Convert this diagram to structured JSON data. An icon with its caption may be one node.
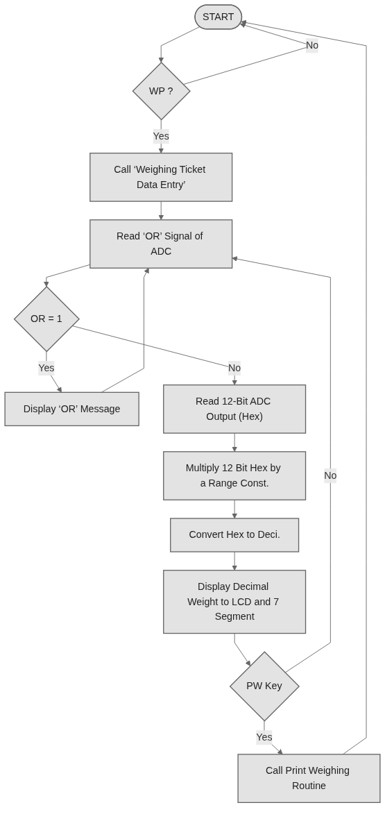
{
  "diagram": {
    "nodes": [
      {
        "text": [
          "START"
        ]
      },
      {
        "text": [
          "WP ?"
        ]
      },
      {
        "text": [
          "Call ‘Weighing Ticket Data Entry’"
        ]
      },
      {
        "text": [
          "Read ‘OR’ Signal of ADC"
        ]
      },
      {
        "text": [
          "OR = 1"
        ]
      },
      {
        "text": [
          "Display ‘OR’ Message"
        ]
      },
      {
        "text": [
          "Read 12-Bit ADC Output (Hex)"
        ]
      },
      {
        "text": [
          "Multiply 12 Bit Hex by a Range Const."
        ]
      },
      {
        "text": [
          "Convert Hex to Deci."
        ]
      },
      {
        "text": [
          "Display Decimal Weight to LCD and 7 Segment"
        ]
      },
      {
        "text": [
          "PW Key"
        ]
      },
      {
        "text": [
          "Call Print Weighing Routine"
        ]
      }
    ],
    "edges": [
      {
        "from": 0,
        "to": 1,
        "arrow": "to"
      },
      {
        "from": 1,
        "to": 0,
        "arrow": "to",
        "label": "No"
      },
      {
        "from": 1,
        "to": 2,
        "arrow": "to",
        "label": "Yes"
      },
      {
        "from": 2,
        "to": 3,
        "arrow": "to"
      },
      {
        "from": 3,
        "to": 4,
        "arrow": "to"
      },
      {
        "from": 4,
        "to": 5,
        "arrow": "to",
        "label": "Yes"
      },
      {
        "from": 5,
        "to": 3,
        "arrow": "to"
      },
      {
        "from": 4,
        "to": 6,
        "arrow": "to",
        "label": "No"
      },
      {
        "from": 6,
        "to": 7,
        "arrow": "to"
      },
      {
        "from": 7,
        "to": 8,
        "arrow": "to"
      },
      {
        "from": 8,
        "to": 9,
        "arrow": "to"
      },
      {
        "from": 9,
        "to": 10,
        "arrow": "to"
      },
      {
        "from": 10,
        "to": 3,
        "arrow": "to",
        "label": "No"
      },
      {
        "from": 10,
        "to": 11,
        "arrow": "to",
        "label": "Yes"
      },
      {
        "from": 11,
        "to": 0,
        "arrow": "to"
      }
    ]
  }
}
